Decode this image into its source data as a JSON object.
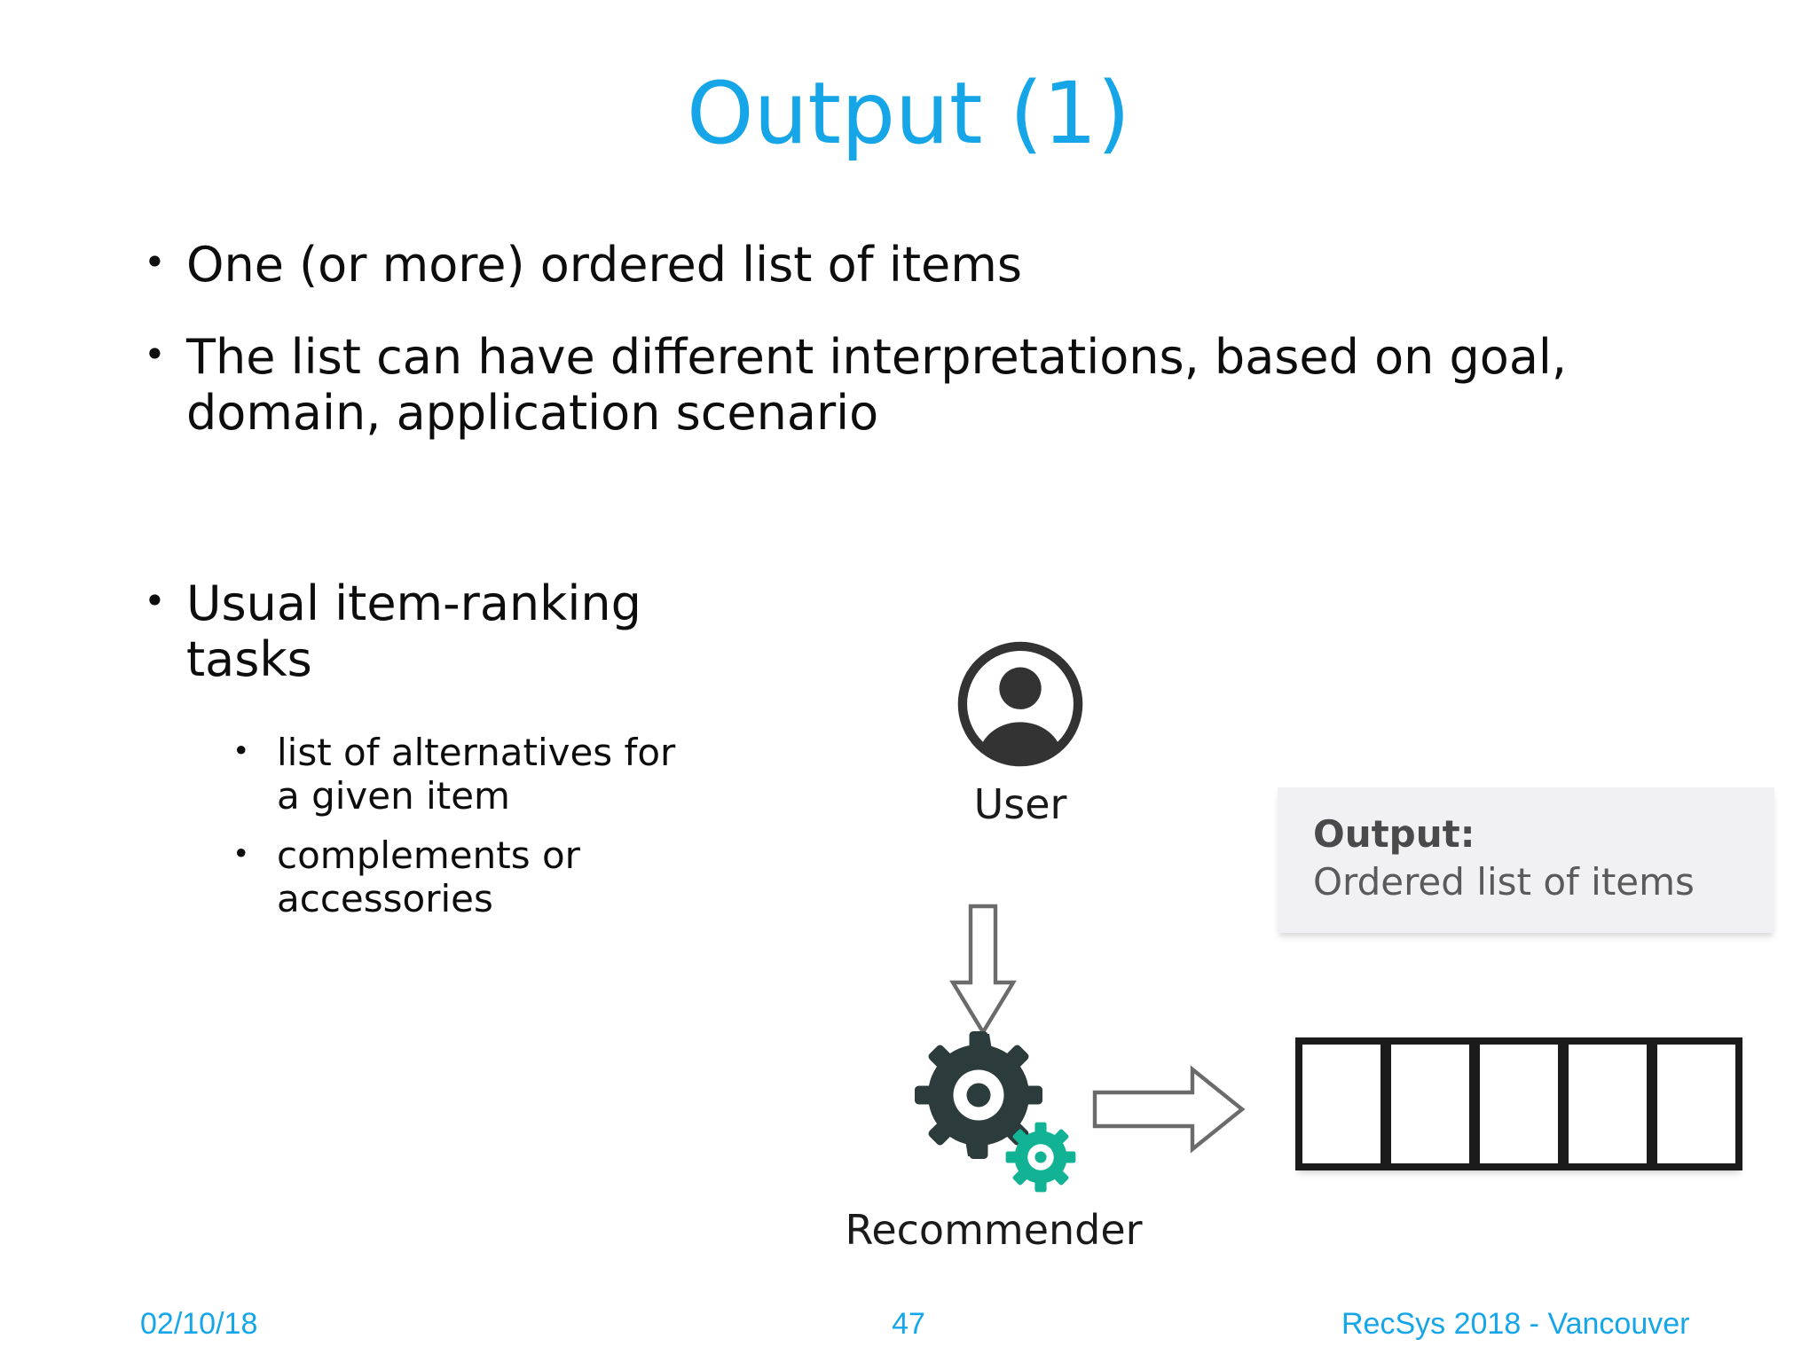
{
  "slide": {
    "title": "Output (1)",
    "title_color": "#16A6E8"
  },
  "bullets": {
    "level1": [
      {
        "text": "One (or more) ordered list of items"
      },
      {
        "text": "The list can have different interpretations, based on goal, domain, application scenario"
      },
      {
        "text": "Usual item-ranking tasks"
      }
    ],
    "level2": [
      {
        "text": "list of alternatives for a given item"
      },
      {
        "text": "complements or accessories"
      }
    ]
  },
  "diagram": {
    "user_label": "User",
    "user_icon": "user-avatar-icon",
    "down_arrow_icon": "arrow-down-icon",
    "right_arrow_icon": "arrow-right-icon",
    "gear_large_icon": "gear-icon",
    "gear_small_icon": "gear-small-icon",
    "recommender_label": "Recommender",
    "output_panel": {
      "heading": "Output:",
      "subtitle": "Ordered list of items"
    },
    "item_cells": [
      "",
      "",
      "",
      "",
      ""
    ],
    "colors": {
      "gear_large": "#2C3B3B",
      "gear_small": "#12B394",
      "icon_dark": "#333333",
      "panel_bg": "#F1F1F3",
      "arrow_stroke": "#6b6b6b",
      "cell_border": "#1b1b1b"
    }
  },
  "footer": {
    "date": "02/10/18",
    "page_number": "47",
    "conference": "RecSys 2018 - Vancouver",
    "color": "#16A6E8"
  }
}
